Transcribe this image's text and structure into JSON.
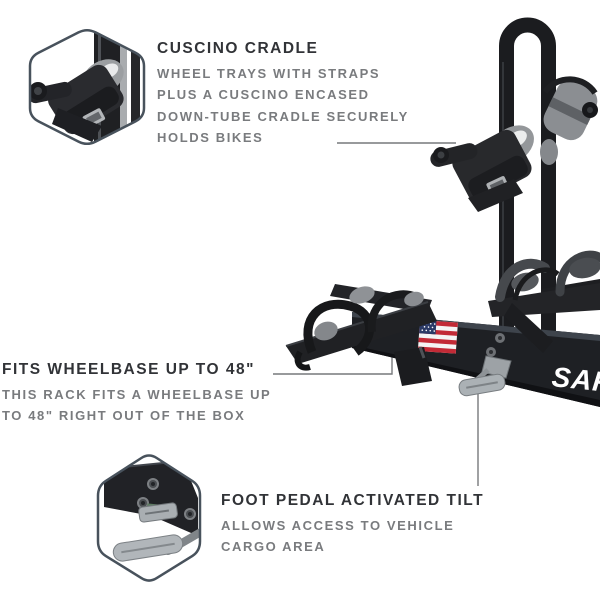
{
  "colors": {
    "background": "#ffffff",
    "title_text": "#313337",
    "body_text": "#797b7e",
    "leader_line": "#77797c",
    "hexagon_border": "#48525c",
    "product_black": "#1e2024",
    "product_gray": "#9da2a6",
    "flag_red": "#c22a36",
    "flag_blue": "#2b3a66",
    "brand_text_color": "#ffffff"
  },
  "callouts": [
    {
      "id": "cuscino-cradle",
      "title": "CUSCINO CRADLE",
      "body_lines": [
        "WHEEL TRAYS WITH STRAPS",
        "PLUS A CUSCINO ENCASED",
        "DOWN-TUBE CRADLE SECURELY",
        "HOLDS BIKES"
      ],
      "thumbnail": "cradle-closeup"
    },
    {
      "id": "fits-wheelbase",
      "title": "FITS WHEELBASE UP TO 48\"",
      "body_lines": [
        "THIS RACK FITS A WHEELBASE UP",
        "TO 48\" RIGHT OUT OF THE BOX"
      ]
    },
    {
      "id": "foot-pedal-tilt",
      "title": "FOOT PEDAL ACTIVATED TILT",
      "body_lines": [
        "ALLOWS ACCESS TO VEHICLE",
        "CARGO AREA"
      ],
      "thumbnail": "foot-pedal-closeup"
    }
  ],
  "product": {
    "brand_text_partial": "SAR",
    "decal": "us-flag"
  }
}
